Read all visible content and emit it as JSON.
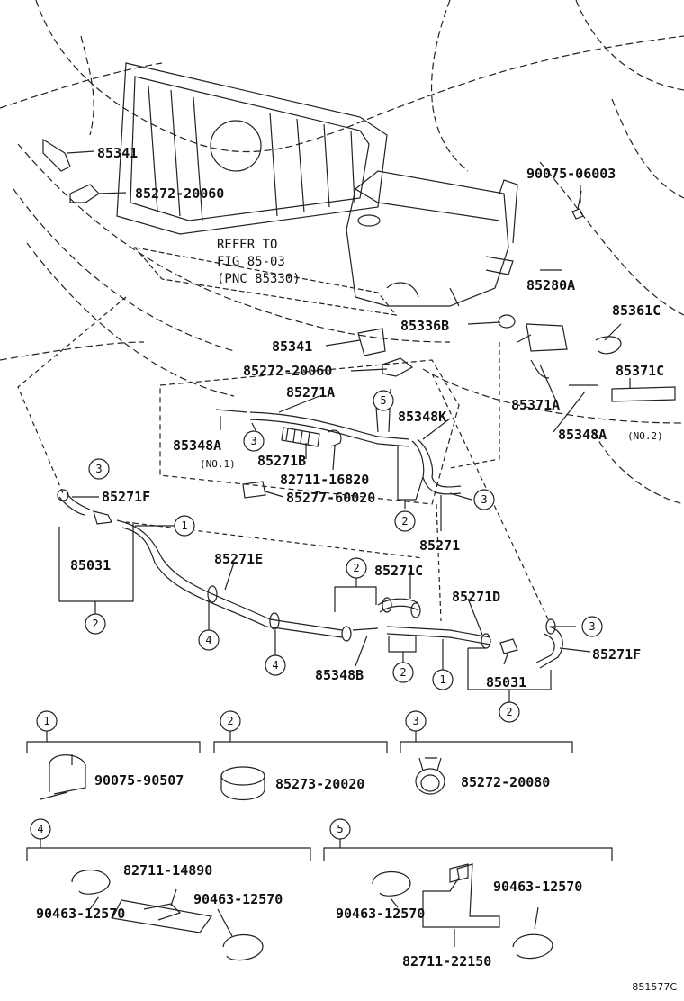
{
  "refer": {
    "line1": "REFER TO",
    "line2": "FIG 85-03",
    "line3": "(PNC 85330)"
  },
  "labels": {
    "p85341_top": "85341",
    "p85272_20060_top": "85272-20060",
    "p90075_06003": "90075-06003",
    "p85280A": "85280A",
    "p85336B": "85336B",
    "p85361C": "85361C",
    "p85341_mid": "85341",
    "p85272_20060_mid": "85272-20060",
    "p85371C": "85371C",
    "p85271A": "85271A",
    "p85348K": "85348K",
    "p85371A": "85371A",
    "p85348A_no1": "85348A",
    "no1": "(NO.1)",
    "p85271B": "85271B",
    "p82711_16820": "82711-16820",
    "p85348A_no2": "85348A",
    "no2": "(NO.2)",
    "p85277_60020": "85277-60020",
    "p85271F_left": "85271F",
    "p85031_left": "85031",
    "p85271": "85271",
    "p85271E": "85271E",
    "p85271C": "85271C",
    "p85271D": "85271D",
    "p85271F_right": "85271F",
    "p85348B": "85348B",
    "p85031_right": "85031"
  },
  "circles": {
    "c1": "1",
    "c2": "2",
    "c3": "3",
    "c4": "4",
    "c5": "5"
  },
  "legend": {
    "g1_part": "90075-90507",
    "g2_part": "85273-20020",
    "g3_part": "85272-20080",
    "g4_a": "82711-14890",
    "g4_b": "90463-12570",
    "g4_c": "90463-12570",
    "g5_a": "90463-12570",
    "g5_b": "90463-12570",
    "g5_c": "82711-22150"
  },
  "footer": {
    "code": "851577C"
  }
}
